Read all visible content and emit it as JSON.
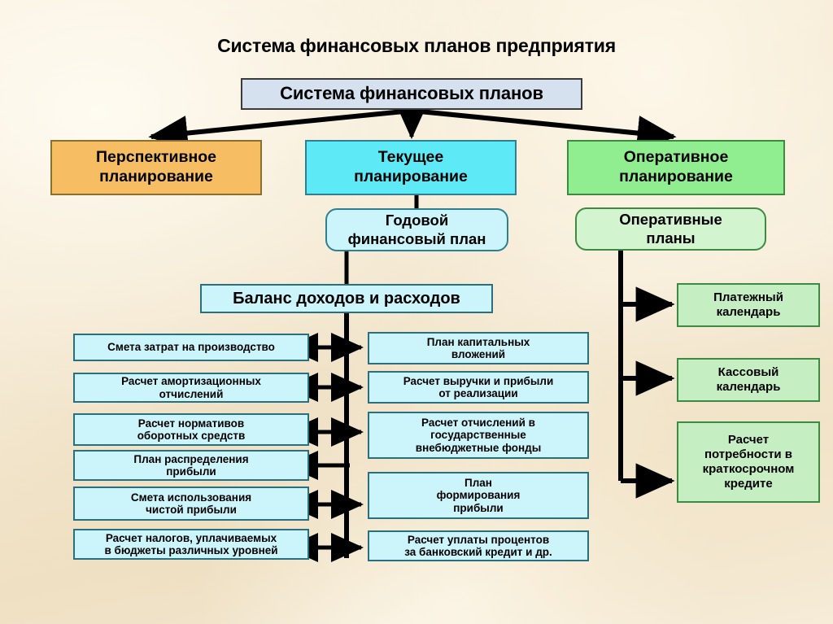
{
  "title": "Система финансовых планов предприятия",
  "root": {
    "label": "Система финансовых планов"
  },
  "level1": [
    {
      "id": "perspective",
      "label": "Перспективное\nпланирование",
      "color": "#f7bd62"
    },
    {
      "id": "current",
      "label": "Текущее\nпланирование",
      "color": "#5de9f6"
    },
    {
      "id": "operative",
      "label": "Оперативное\nпланирование",
      "color": "#91ee90"
    }
  ],
  "sub_boxes": [
    {
      "id": "annual-financial-plan",
      "label": "Годовой\nфинансовый план",
      "color": "#ccf4fb"
    },
    {
      "id": "operative-plans",
      "label": "Оперативные\nпланы",
      "color": "#d2f4cf"
    }
  ],
  "balance": {
    "header": "Баланс доходов и расходов",
    "left_column": [
      {
        "label": "Смета затрат на производство",
        "arrow": "both"
      },
      {
        "label": "Расчет амортизационных\nотчислений",
        "arrow": "both"
      },
      {
        "label": "Расчет нормативов\nоборотных средств",
        "arrow": "both"
      },
      {
        "label": "План распределения\nприбыли",
        "arrow": "left"
      },
      {
        "label": "Смета использования\nчистой прибыли",
        "arrow": "both"
      },
      {
        "label": "Расчет налогов, уплачиваемых\nв бюджеты различных уровней",
        "arrow": "both"
      }
    ],
    "right_column": [
      {
        "label": "План капитальных\nвложений"
      },
      {
        "label": "Расчет выручки и прибыли\nот реализации"
      },
      {
        "label": "Расчет отчислений в\nгосударственные\nвнебюджетные фонды"
      },
      {
        "label": "План\nформирования\nприбыли"
      },
      {
        "label": "Расчет уплаты процентов\nза банковский кредит и др."
      }
    ]
  },
  "operative_items": [
    {
      "label": "Платежный\nкалендарь"
    },
    {
      "label": "Кассовый\nкалендарь"
    },
    {
      "label": "Расчет\nпотребности в\nкраткосрочном\nкредите"
    }
  ],
  "colors": {
    "background": "#f3e6cd",
    "root_fill": "#d6e1f0",
    "orange": "#f7bd62",
    "cyan_bright": "#5de9f6",
    "green_bright": "#91ee90",
    "cyan_light": "#ccf4fb",
    "green_light": "#c5efc2",
    "line": "#000000",
    "text": "#000000"
  }
}
